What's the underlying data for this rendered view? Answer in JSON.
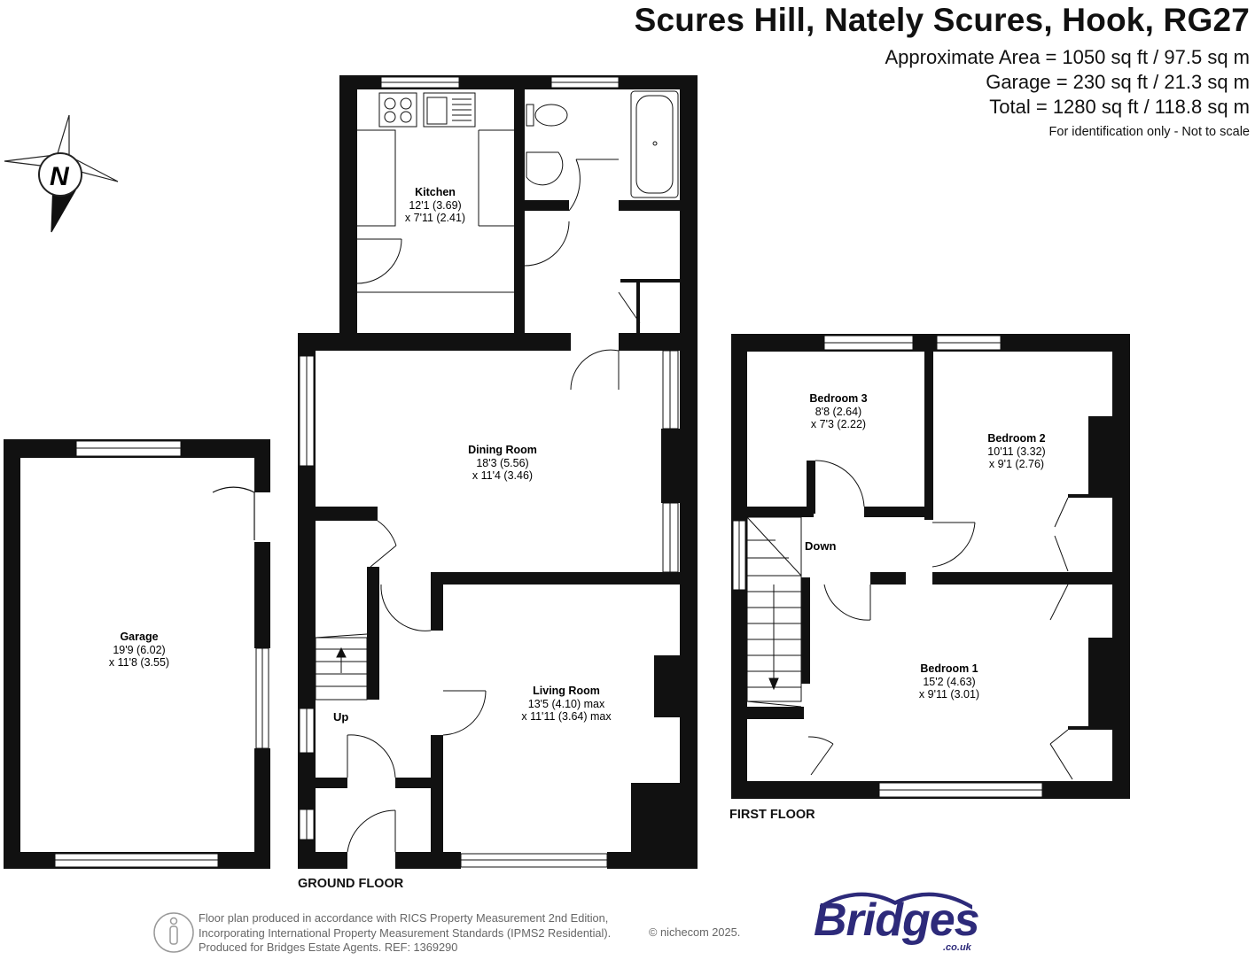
{
  "header": {
    "title": "Scures Hill, Nately Scures, Hook, RG27",
    "area_lines": [
      "Approximate Area = 1050 sq ft / 97.5 sq m",
      "Garage = 230 sq ft / 21.3 sq m",
      "Total = 1280 sq ft / 118.8 sq m"
    ],
    "note": "For identification only - Not to scale"
  },
  "compass": {
    "label": "N"
  },
  "rooms": {
    "kitchen": {
      "name": "Kitchen",
      "dim1": "12'1 (3.69)",
      "dim2": "x 7'11 (2.41)"
    },
    "dining": {
      "name": "Dining Room",
      "dim1": "18'3 (5.56)",
      "dim2": "x 11'4 (3.46)"
    },
    "living": {
      "name": "Living Room",
      "dim1": "13'5 (4.10) max",
      "dim2": "x 11'11 (3.64) max"
    },
    "garage": {
      "name": "Garage",
      "dim1": "19'9 (6.02)",
      "dim2": "x 11'8 (3.55)"
    },
    "bed3": {
      "name": "Bedroom 3",
      "dim1": "8'8 (2.64)",
      "dim2": "x 7'3 (2.22)"
    },
    "bed2": {
      "name": "Bedroom 2",
      "dim1": "10'11 (3.32)",
      "dim2": "x 9'1 (2.76)"
    },
    "bed1": {
      "name": "Bedroom 1",
      "dim1": "15'2 (4.63)",
      "dim2": "x 9'11 (3.01)"
    }
  },
  "stairs": {
    "up": "Up",
    "down": "Down"
  },
  "floors": {
    "ground": "GROUND FLOOR",
    "first": "FIRST FLOOR"
  },
  "footer": {
    "line1": "Floor plan produced in accordance with RICS Property Measurement 2nd Edition,",
    "line2": "Incorporating International Property Measurement Standards (IPMS2 Residential).",
    "line3": "Produced for Bridges Estate Agents.   REF: 1369290",
    "copyright": "© nichecom 2025."
  },
  "logo": {
    "text": "Bridges",
    "sub": ".co.uk",
    "color": "#2d2a7a"
  },
  "colors": {
    "wall": "#111111",
    "window": "#ffffff"
  }
}
